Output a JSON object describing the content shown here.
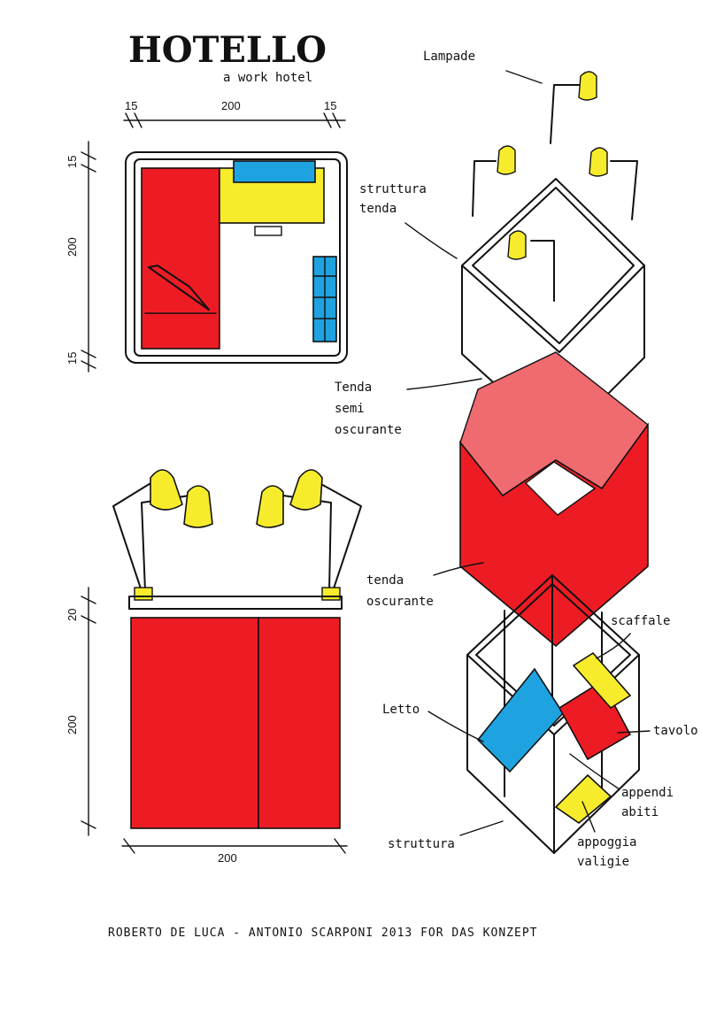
{
  "header": {
    "title": "HOTELLO",
    "subtitle": "a work hotel"
  },
  "plan_view": {
    "dim_top": [
      "15",
      "200",
      "15"
    ],
    "dim_left": [
      "15",
      "200",
      "15"
    ]
  },
  "elevation_view": {
    "dim_left": [
      "20",
      "200"
    ],
    "dim_bottom": "200"
  },
  "labels": {
    "lampade": "Lampade",
    "struttura_tenda_1": "struttura",
    "struttura_tenda_2": "tenda",
    "tenda_semi_1": "Tenda",
    "tenda_semi_2": "semi",
    "tenda_semi_3": "oscurante",
    "tenda_osc_1": "tenda",
    "tenda_osc_2": "oscurante",
    "scaffale": "scaffale",
    "letto": "Letto",
    "tavolo": "tavolo",
    "appendi_1": "appendi",
    "appendi_2": "abiti",
    "struttura": "struttura",
    "appoggia_1": "appoggia",
    "appoggia_2": "valigie"
  },
  "credits": "ROBERTO DE LUCA - ANTONIO SCARPONI 2013 FOR DAS KONZEPT",
  "colors": {
    "red": "#ed1c24",
    "yellow": "#f7ec2c",
    "blue": "#1fa3e0",
    "ink": "#111111",
    "light_red": "#f06b70"
  }
}
